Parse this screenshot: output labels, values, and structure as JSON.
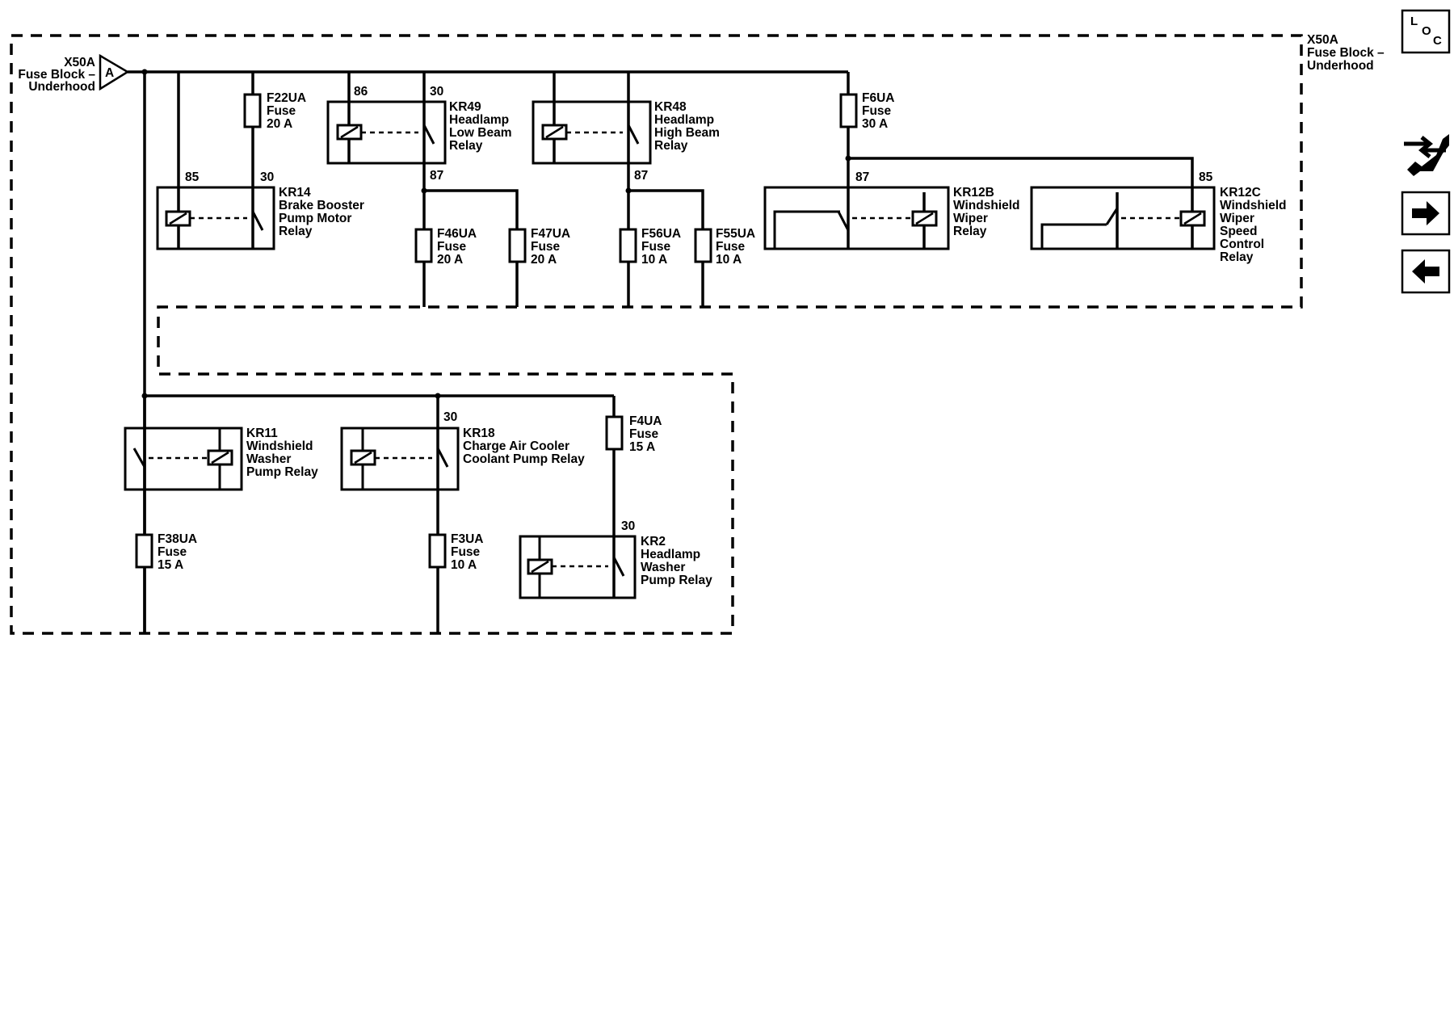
{
  "connector": {
    "id": "X50A",
    "desc": [
      "Fuse Block –",
      "Underhood"
    ],
    "pin": "A"
  },
  "fuse_block_label": [
    "X50A",
    "Fuse Block –",
    "Underhood"
  ],
  "fuses": {
    "f22ua": [
      "F22UA",
      "Fuse",
      "20 A"
    ],
    "f6ua": [
      "F6UA",
      "Fuse",
      "30 A"
    ],
    "f46ua": [
      "F46UA",
      "Fuse",
      "20 A"
    ],
    "f47ua": [
      "F47UA",
      "Fuse",
      "20 A"
    ],
    "f56ua": [
      "F56UA",
      "Fuse",
      "10 A"
    ],
    "f55ua": [
      "F55UA",
      "Fuse",
      "10 A"
    ],
    "f4ua": [
      "F4UA",
      "Fuse",
      "15 A"
    ],
    "f38ua": [
      "F38UA",
      "Fuse",
      "15 A"
    ],
    "f3ua": [
      "F3UA",
      "Fuse",
      "10 A"
    ]
  },
  "relays": {
    "kr14": [
      "KR14",
      "Brake Booster",
      "Pump Motor",
      "Relay"
    ],
    "kr49": [
      "KR49",
      "Headlamp",
      "Low Beam",
      "Relay"
    ],
    "kr48": [
      "KR48",
      "Headlamp",
      "High Beam",
      "Relay"
    ],
    "kr12b": [
      "KR12B",
      "Windshield",
      "Wiper",
      "Relay"
    ],
    "kr12c": [
      "KR12C",
      "Windshield",
      "Wiper",
      "Speed",
      "Control",
      "Relay"
    ],
    "kr11": [
      "KR11",
      "Windshield",
      "Washer",
      "Pump Relay"
    ],
    "kr18": [
      "KR18",
      "Charge Air Cooler",
      "Coolant Pump Relay"
    ],
    "kr2": [
      "KR2",
      "Headlamp",
      "Washer",
      "Pump Relay"
    ]
  },
  "pins": {
    "kr14_coil": "85",
    "kr14_switch": "30",
    "kr49_coil": "86",
    "kr49_switch": "30",
    "kr49_out": "87",
    "kr48_out": "87",
    "kr12b_out": "87",
    "kr12c_coil": "85",
    "kr18_switch": "30",
    "kr2_switch": "30"
  },
  "nav": {
    "loc_letters": [
      "L",
      "O",
      "C"
    ],
    "icons": [
      "location-icon",
      "wrench-arrows-icon",
      "next-arrow-icon",
      "previous-arrow-icon"
    ]
  }
}
